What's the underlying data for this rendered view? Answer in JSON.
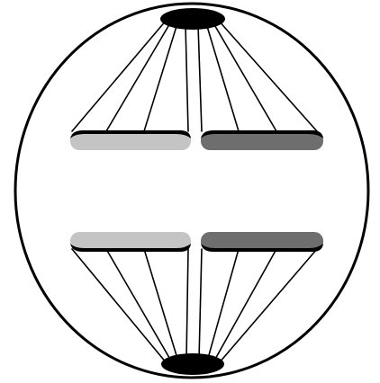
{
  "figure": {
    "kind": "cell division diagram",
    "stage_depicted": "anaphase",
    "text_labels": []
  },
  "colors": {
    "background": "#ffffff",
    "outline": "#000000",
    "centrosome": "#000000",
    "chromosome_light": "#c4c4c4",
    "chromosome_dark": "#6e6e6e",
    "chromosome_edge": "#000000"
  },
  "parts": {
    "cell_membrane_count": 1,
    "centrosome_count": 2,
    "chromosome_count": 4,
    "spindle_fibers_per_chromosome": 4
  }
}
